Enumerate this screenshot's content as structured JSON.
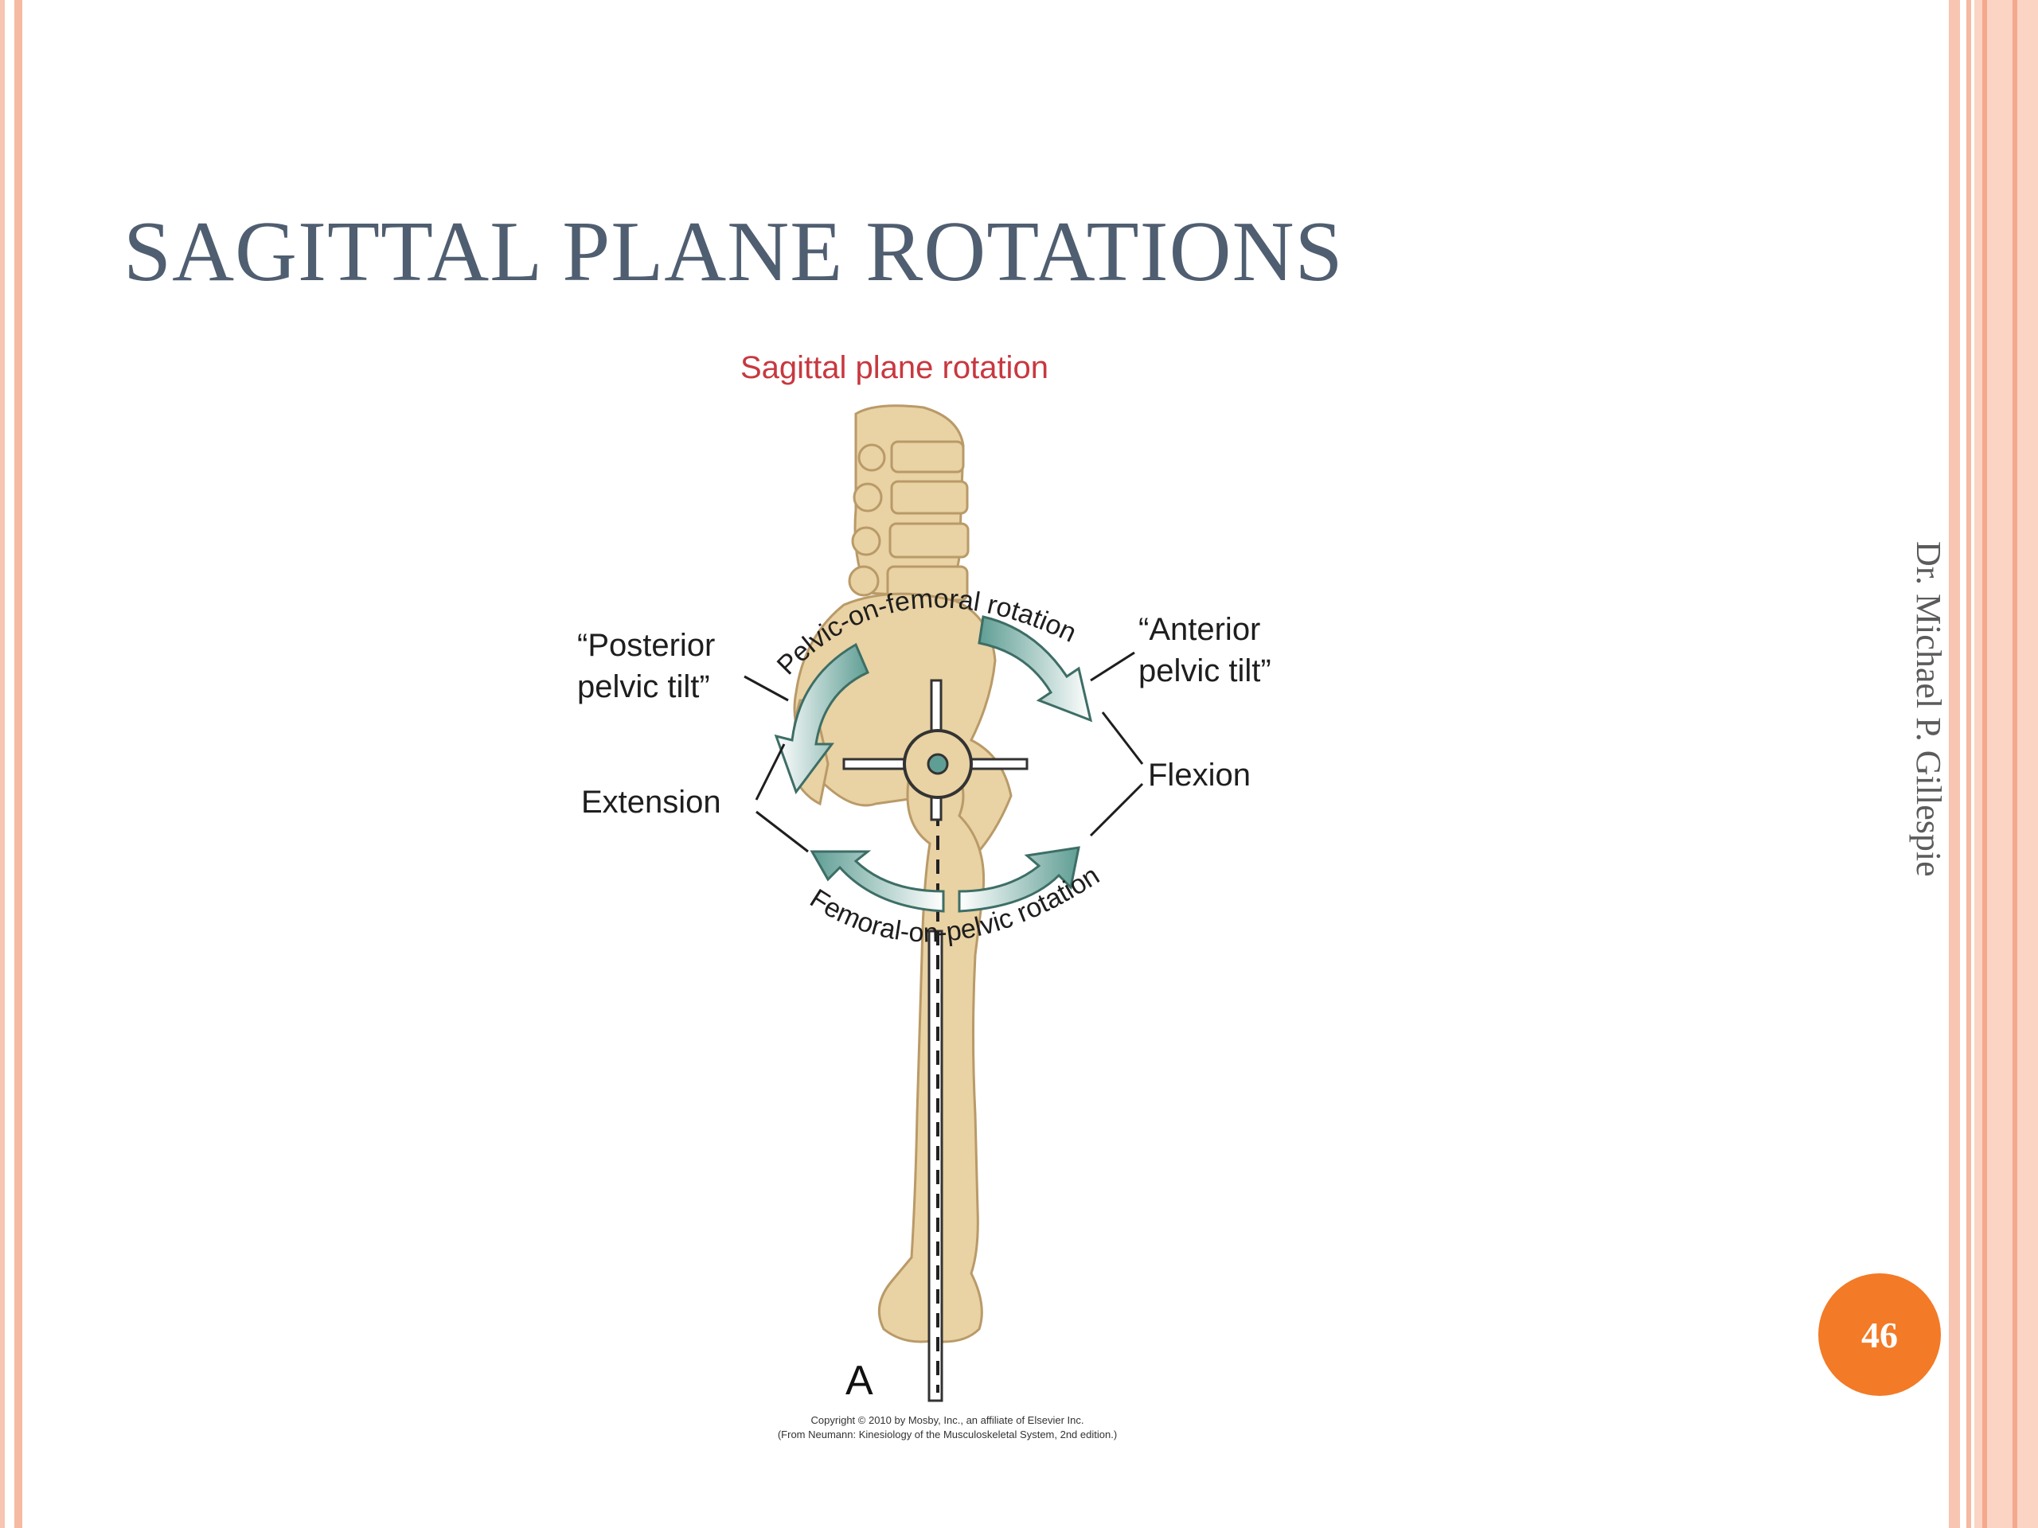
{
  "slide": {
    "title": "SAGITTAL PLANE ROTATIONS",
    "author": "Dr. Michael P. Gillespie",
    "page_number": "46"
  },
  "figure": {
    "title": "Sagittal plane rotation",
    "labels": {
      "posterior_tilt_line1": "“Posterior",
      "posterior_tilt_line2": "pelvic tilt”",
      "anterior_tilt_line1": "“Anterior",
      "anterior_tilt_line2": "pelvic tilt”",
      "extension": "Extension",
      "flexion": "Flexion",
      "pelvic_on_femoral": "Pelvic-on-femoral rotation",
      "femoral_on_pelvic": "Femoral-on-pelvic rotation",
      "panel": "A"
    },
    "copyright_line1": "Copyright © 2010 by Mosby, Inc., an affiliate of Elsevier Inc.",
    "copyright_line2": "(From Neumann: Kinesiology of the Musculoskeletal System, 2nd edition.)"
  },
  "colors": {
    "title": "#4f5e70",
    "figure_title": "#c8383f",
    "bone": "#e9d2a3",
    "arrow": "#5f9e94",
    "badge": "#f37a26",
    "border": "#f7c5b1"
  }
}
